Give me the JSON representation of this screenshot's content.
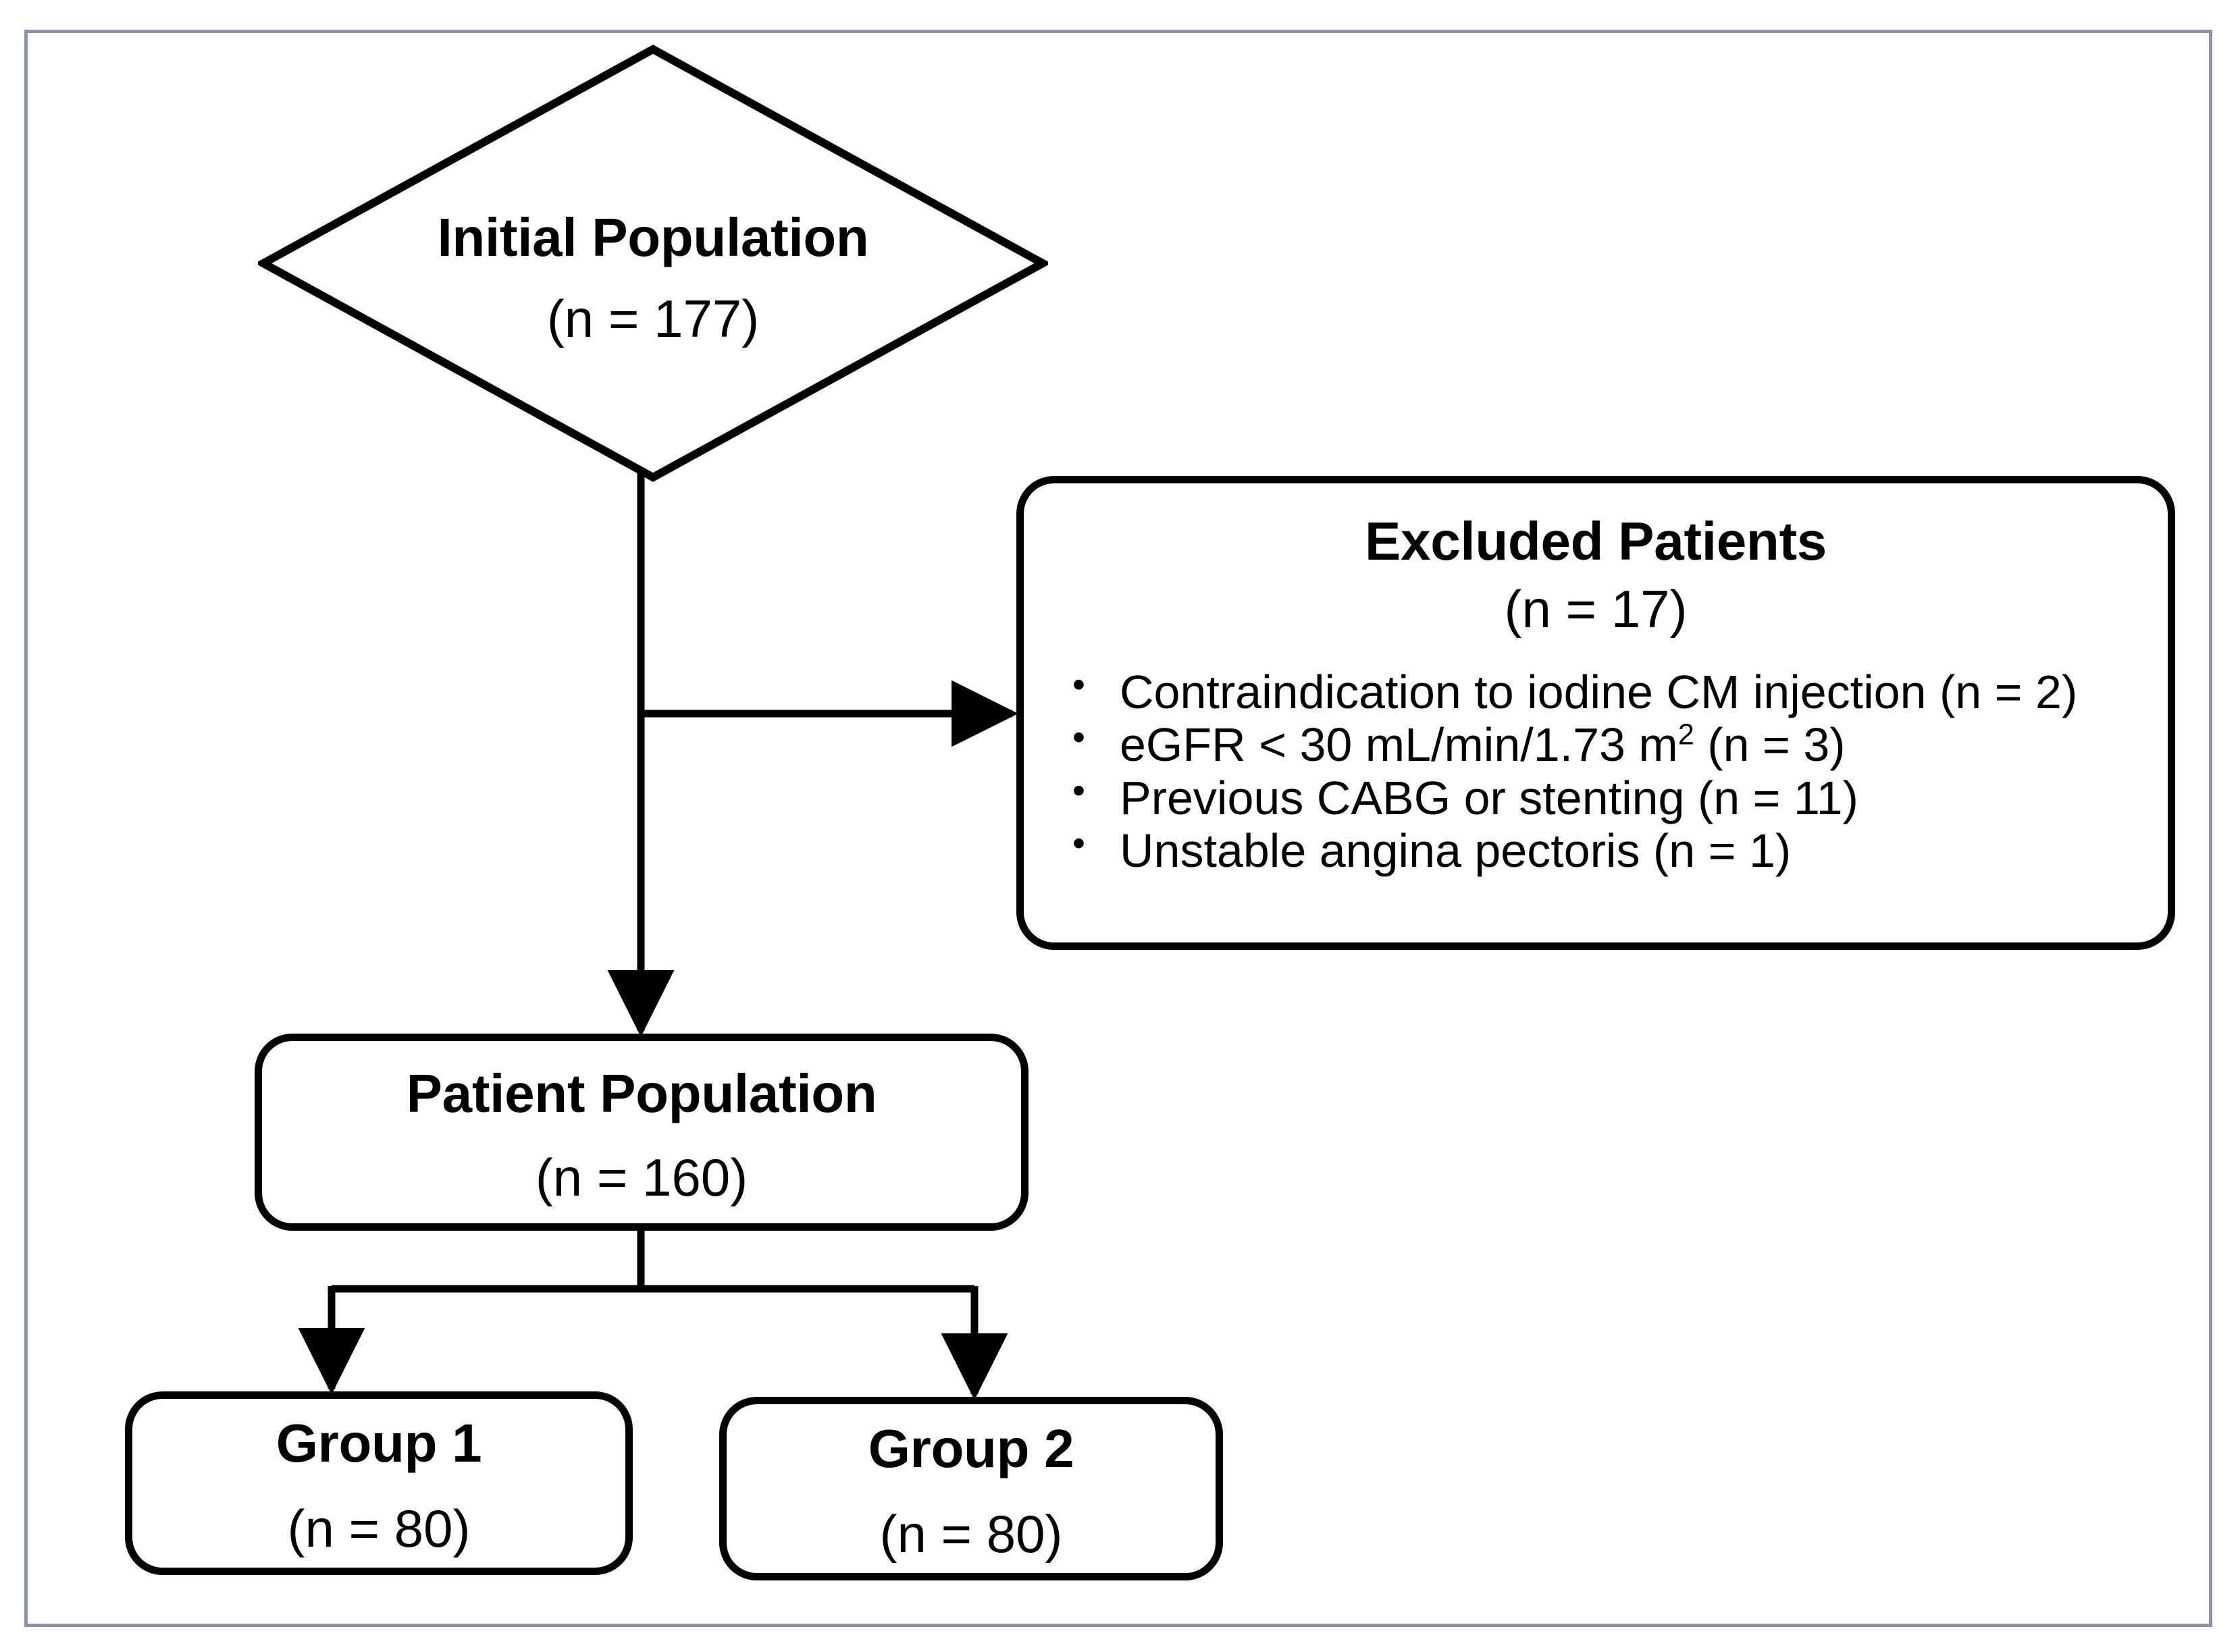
{
  "figure": {
    "type": "flowchart",
    "frame_border_color": "#8a93ab",
    "background_color": "#ffffff",
    "stroke_color": "#000000"
  },
  "nodes": {
    "initial_population": {
      "shape": "diamond",
      "title": "Initial Population",
      "count": "(n = 177)"
    },
    "excluded_patients": {
      "shape": "rounded-rect",
      "title": "Excluded Patients",
      "count": "(n = 17)",
      "bullets": [
        {
          "text": "Contraindication to iodine CM injection (n = 2)"
        },
        {
          "text_before": "eGFR < 30 mL/min/1.73 m",
          "superscript": "2",
          "text_after": " (n = 3)"
        },
        {
          "text": "Previous CABG or stenting (n = 11)"
        },
        {
          "text": "Unstable angina pectoris (n = 1)"
        }
      ]
    },
    "patient_population": {
      "shape": "rounded-rect",
      "title": "Patient Population",
      "count": "(n = 160)"
    },
    "group_1": {
      "shape": "rounded-rect",
      "title": "Group 1",
      "count": "(n = 80)"
    },
    "group_2": {
      "shape": "rounded-rect",
      "title": "Group 2",
      "count": "(n = 80)"
    }
  },
  "edges": [
    {
      "from": "initial_population",
      "to": "excluded_patients",
      "arrow": true,
      "direction": "right"
    },
    {
      "from": "initial_population",
      "to": "patient_population",
      "arrow": true,
      "direction": "down"
    },
    {
      "from": "patient_population",
      "to": "group_1",
      "arrow": true,
      "direction": "down-left"
    },
    {
      "from": "patient_population",
      "to": "group_2",
      "arrow": true,
      "direction": "down-right"
    }
  ]
}
